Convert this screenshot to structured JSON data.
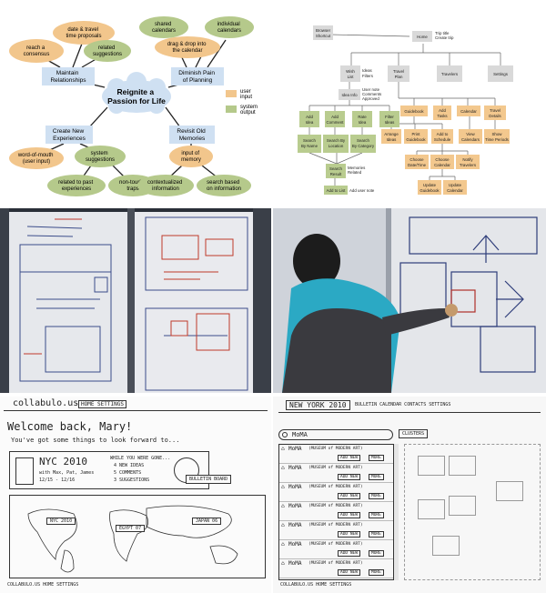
{
  "mindmap": {
    "center": [
      "Reignite a",
      "Passion for Life"
    ],
    "hubs": {
      "maintain": [
        "Maintain",
        "Relationships"
      ],
      "diminish": [
        "Diminish Pain",
        "of Planning"
      ],
      "create": [
        "Create New",
        "Experiences"
      ],
      "revisit": [
        "Revisit Old",
        "Memories"
      ]
    },
    "leaves": {
      "consensus": [
        "reach a",
        "consensus"
      ],
      "date_travel": [
        "date & travel",
        "time proposals"
      ],
      "related_sugg": [
        "related",
        "suggestions"
      ],
      "shared_cal": [
        "shared",
        "calendars"
      ],
      "indiv_cal": [
        "individual",
        "calendars"
      ],
      "drag_drop": [
        "drag & drop into",
        "the calendar"
      ],
      "wom": [
        "word-of-mouth",
        "(user input)"
      ],
      "sys_sugg": [
        "system",
        "suggestions"
      ],
      "related_past": [
        "related to past",
        "experiences"
      ],
      "non_tourist": [
        "non-tourist",
        "traps"
      ],
      "input_memory": [
        "input of",
        "memory"
      ],
      "contextualized": [
        "contextualized",
        "information"
      ],
      "search_based": [
        "search based",
        "on information"
      ]
    },
    "legend": {
      "user_input": [
        "user",
        "input"
      ],
      "system_output": [
        "system",
        "output"
      ]
    },
    "colors": {
      "user": "#f2c68c",
      "system": "#b5c98b",
      "hub": "#cfe0f2",
      "center": "#cfe0f2"
    }
  },
  "sitemap": {
    "browser_shortcut": [
      "Browser",
      "Shortcut"
    ],
    "home": "Home",
    "home_note": [
      "Trip title",
      "Create trip"
    ],
    "wish_list": [
      "Wish",
      "List"
    ],
    "wish_note": [
      "Ideas",
      "Filters"
    ],
    "travel_plan": [
      "Travel",
      "Plan"
    ],
    "travelers": "Travelers",
    "settings": "Settings",
    "idea_info": "Idea Info",
    "idea_note": [
      "User note",
      "Comments",
      "Approved"
    ],
    "add_idea": [
      "Add",
      "Idea"
    ],
    "add_comment": [
      "Add",
      "Comment"
    ],
    "rate_idea": [
      "Rate",
      "Idea"
    ],
    "filter_ideas": [
      "Filter",
      "Ideas"
    ],
    "search_name": [
      "Search",
      "By Name"
    ],
    "search_location": [
      "Search By",
      "Location"
    ],
    "search_category": [
      "Search",
      "By Category"
    ],
    "search_result": [
      "Search",
      "Result"
    ],
    "search_result_note": [
      "Memories",
      "Related"
    ],
    "add_to_list": "Add to List",
    "add_user_note": "Add user note",
    "guidebook": "Guidebook",
    "add_tasks": [
      "Add",
      "Tasks"
    ],
    "calendar": "Calendar",
    "travel_details": [
      "Travel",
      "Details"
    ],
    "arrange_ideas": [
      "Arrange",
      "Ideas"
    ],
    "print_guidebook": [
      "Print",
      "Guidebook"
    ],
    "add_to_schedule": [
      "Add to",
      "Schedule"
    ],
    "view_calendars": [
      "View",
      "Calendars"
    ],
    "show_time_periods": [
      "Show",
      "Time Periods"
    ],
    "choose_datetime": [
      "Choose",
      "Date/Time"
    ],
    "choose_calendar": [
      "Choose",
      "Calendar"
    ],
    "notify_travelers": [
      "Notify",
      "Travelers"
    ],
    "update_guidebook": [
      "Update",
      "Guidebook"
    ],
    "update_calendar": [
      "Update",
      "Calendar"
    ],
    "colors": {
      "gray": "#d9d9d9",
      "green": "#b9cc8f",
      "orange": "#f3c88e",
      "line": "#666666"
    }
  },
  "sketch1": {
    "nav_brand": "collabulo.us",
    "nav_links": "HOME  SETTINGS",
    "welcome": "Welcome back, Mary!",
    "subtitle": "You've got some things to look forward to...",
    "trip_title": "NYC 2010",
    "trip_members": "with Max, Pat, James",
    "trip_dates": "12/15 - 12/16",
    "trip_update": "WHILE YOU WERE GONE...",
    "trip_bullets": [
      "4 NEW IDEAS",
      "5 COMMENTS",
      "3 SUGGESTIONS"
    ],
    "bulletin_label": "BULLETIN BOARD",
    "map_labels": [
      "NYC 2010",
      "EGYPT 07",
      "JAPAN 06"
    ],
    "footer": "COLLABULO.US   HOME   SETTINGS"
  },
  "sketch2": {
    "tab_title": "NEW YORK 2010",
    "tab_links": "BULLETIN  CALENDAR  CONTACTS  SETTINGS",
    "search_value": "MoMA",
    "clusters_label": "CLUSTERS",
    "result_title": "MoMA",
    "result_sub": "(MUSEUM of MODERN ART)",
    "result_button_left": "ADD NEW",
    "result_button_more": "MORE",
    "result_count": 7,
    "footer": "COLLABULO.US   HOME   SETTINGS"
  }
}
